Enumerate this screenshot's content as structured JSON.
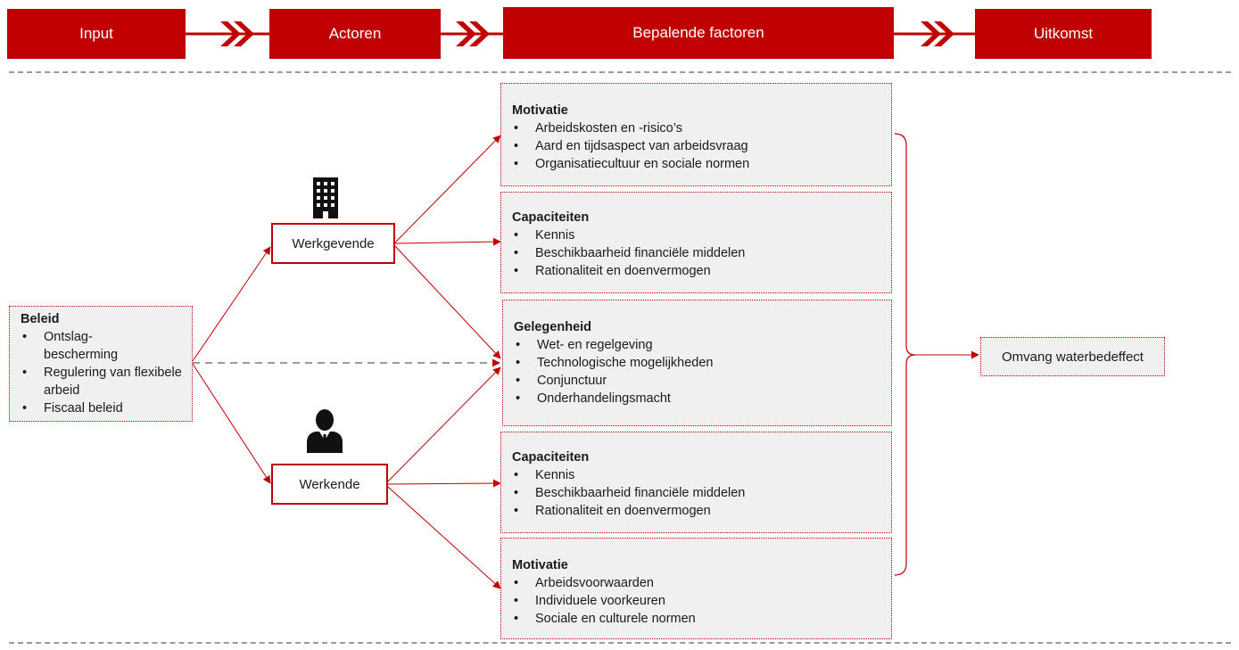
{
  "header": {
    "input": "Input",
    "actoren": "Actoren",
    "factoren": "Bepalende factoren",
    "uitkomst": "Uitkomst"
  },
  "beleid": {
    "title": "Beleid",
    "items": [
      "Ontslag-\nbescherming",
      "Regulering van flexibele arbeid",
      "Fiscaal beleid"
    ]
  },
  "actors": {
    "werkgevende": "Werkgevende",
    "werkende": "Werkende"
  },
  "factors": [
    {
      "title": "Motivatie",
      "items": [
        "Arbeidskosten en -risico’s",
        "Aard en tijdsaspect van arbeidsvraag",
        "Organisatiecultuur en sociale normen"
      ]
    },
    {
      "title": "Capaciteiten",
      "items": [
        "Kennis",
        "Beschikbaarheid financiële middelen",
        "Rationaliteit en doenvermogen"
      ]
    },
    {
      "title": "Gelegenheid",
      "items": [
        "Wet- en regelgeving",
        "Technologische mogelijkheden",
        "Conjunctuur",
        "Onderhandelingsmacht"
      ]
    },
    {
      "title": "Capaciteiten",
      "items": [
        "Kennis",
        "Beschikbaarheid financiële middelen",
        "Rationaliteit en doenvermogen"
      ]
    },
    {
      "title": "Motivatie",
      "items": [
        "Arbeidsvoorwaarden",
        "Individuele voorkeuren",
        "Sociale en culturele normen"
      ]
    }
  ],
  "outcome": "Omvang waterbedeffect",
  "icons": {
    "building": "building-icon",
    "person": "person-icon",
    "chevrons": "double-chevron-icon"
  },
  "colors": {
    "accent": "#c00000",
    "box_fill": "#f0f0f0",
    "dash": "#9a9a9a"
  }
}
